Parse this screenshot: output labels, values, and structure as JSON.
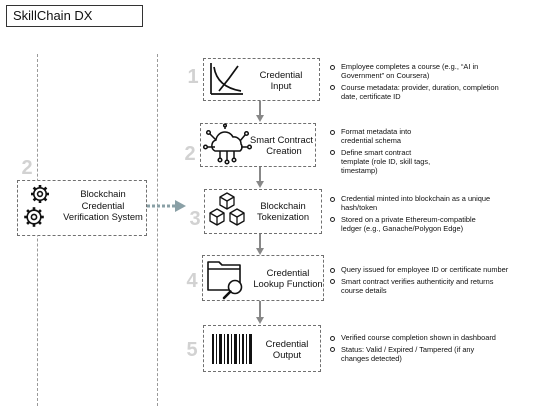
{
  "title": "SkillChain DX",
  "system": {
    "number": "2",
    "label_lines": [
      "Blockchain",
      "Credential",
      "Verification System"
    ]
  },
  "steps": [
    {
      "number": "1",
      "label_lines": [
        "Credential",
        "Input"
      ],
      "icon": "graph-curve-icon",
      "bullets": [
        [
          "Employee completes a course (e.g., “AI in",
          "Government” on Coursera)"
        ],
        [
          "Course metadata: provider, duration, completion",
          "date, certificate ID"
        ]
      ]
    },
    {
      "number": "2",
      "label_lines": [
        "Smart Contract",
        "Creation"
      ],
      "icon": "cloud-network-icon",
      "bullets": [
        [
          "Format metadata into",
          "credential schema"
        ],
        [
          "Define smart contract",
          "template (role ID, skill tags,",
          "timestamp)"
        ]
      ]
    },
    {
      "number": "3",
      "label_lines": [
        "Blockchain",
        "Tokenization"
      ],
      "icon": "cubes-icon",
      "bullets": [
        [
          "Credential minted into blockchain as a unique",
          "hash/token"
        ],
        [
          "Stored on a private Ethereum-compatible",
          "ledger (e.g., Ganache/Polygon Edge)"
        ]
      ]
    },
    {
      "number": "4",
      "label_lines": [
        "Credential",
        "Lookup Function"
      ],
      "icon": "folder-search-icon",
      "bullets": [
        [
          "Query issued for employee ID or certificate number"
        ],
        [
          "Smart contract verifies authenticity and returns",
          "course details"
        ]
      ]
    },
    {
      "number": "5",
      "label_lines": [
        "Credential",
        "Output"
      ],
      "icon": "barcode-icon",
      "bullets": [
        [
          "Verified course completion shown in dashboard"
        ],
        [
          "Status: Valid / Expired / Tampered (if any",
          "changes detected)"
        ]
      ]
    }
  ]
}
